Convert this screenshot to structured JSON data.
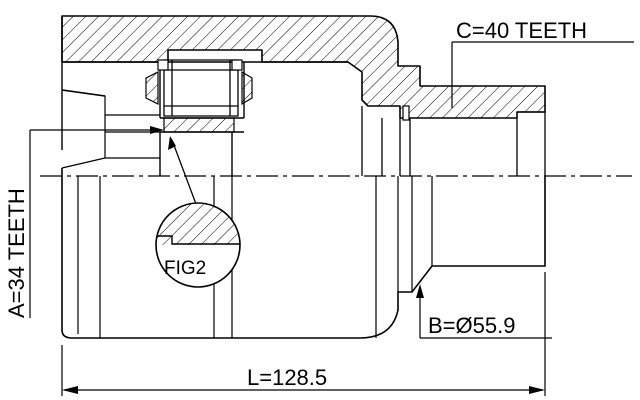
{
  "labels": {
    "c_teeth": "C=40 TEETH",
    "a_teeth": "A=34 TEETH",
    "b_diameter": "B=Ø55.9",
    "length": "L=128.5",
    "fig": "FIG2"
  },
  "colors": {
    "line": "#000000",
    "background": "#ffffff"
  }
}
